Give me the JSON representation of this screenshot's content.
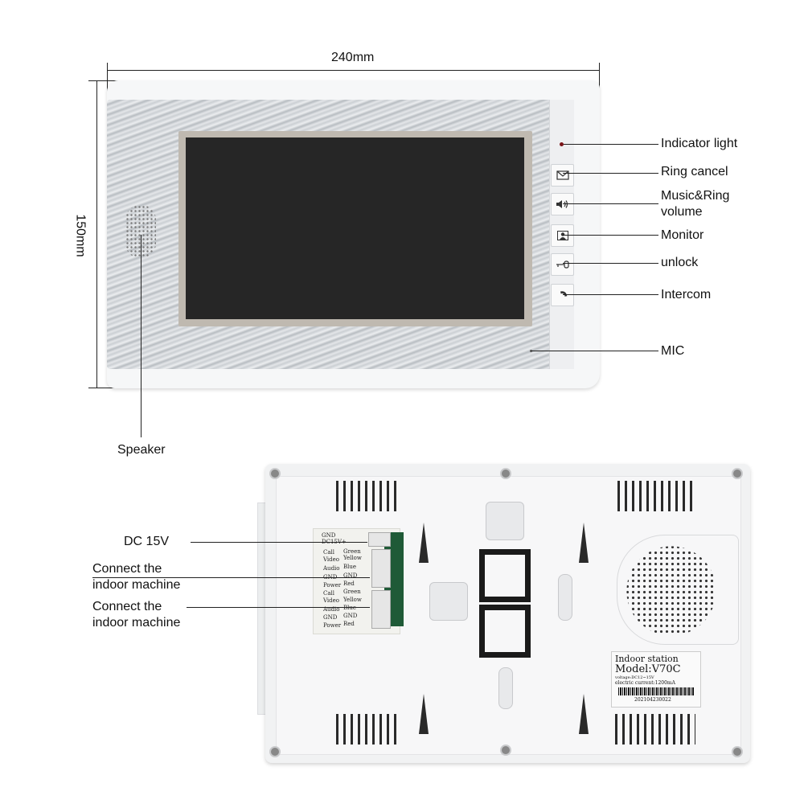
{
  "dimensions": {
    "width": "240mm",
    "height": "150mm"
  },
  "front_labels": {
    "indicator_light": "Indicator light",
    "ring_cancel": "Ring cancel",
    "music_ring_volume": "Music&Ring volume",
    "monitor": "Monitor",
    "unlock": "unlock",
    "intercom": "Intercom",
    "mic": "MIC",
    "speaker": "Speaker"
  },
  "back_labels": {
    "dc_15v": "DC 15V",
    "connect_indoor_1": "Connect the indoor machine",
    "connect_indoor_2": "Connect the indoor machine"
  },
  "wiring_label": {
    "rows": [
      {
        "left": "GND",
        "right": ""
      },
      {
        "left": "DC15V+",
        "right": ""
      },
      {
        "left": "Call",
        "right": "Green"
      },
      {
        "left": "Video",
        "right": "Yellow"
      },
      {
        "left": "Audio",
        "right": "Blue"
      },
      {
        "left": "GND",
        "right": "GND"
      },
      {
        "left": "Power",
        "right": "Red"
      },
      {
        "left": "Call",
        "right": "Green"
      },
      {
        "left": "Video",
        "right": "Yellow"
      },
      {
        "left": "Audio",
        "right": "Blue"
      },
      {
        "left": "GND",
        "right": "GND"
      },
      {
        "left": "Power",
        "right": "Red"
      }
    ]
  },
  "nameplate": {
    "title": "Indoor station",
    "model": "Model:V70C",
    "voltage": "voltage:DC12~15V",
    "current": "electric current:1200mA",
    "serial": "202104230022"
  },
  "icons": [
    "envelope-icon",
    "speaker-volume-icon",
    "monitor-person-icon",
    "key-icon",
    "phone-icon"
  ],
  "colors": {
    "indicator": "#7a1418",
    "screen": "#262626",
    "circuit_board": "#1f5a37"
  }
}
